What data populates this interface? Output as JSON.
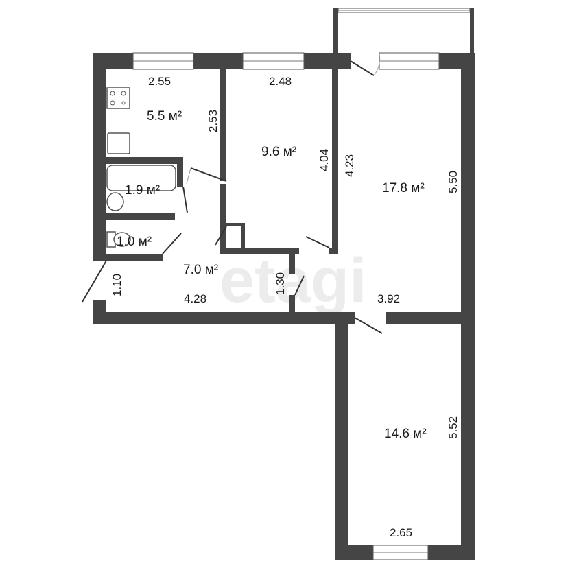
{
  "plan": {
    "watermark": "etagi",
    "unit": "м²",
    "rooms": [
      {
        "id": "kitchen",
        "area": "5.5 м²",
        "dims": [
          "2.55",
          "2.53"
        ]
      },
      {
        "id": "bedroom-small",
        "area": "9.6 м²",
        "dims": [
          "2.48",
          "4.04"
        ]
      },
      {
        "id": "living-room",
        "area": "17.8 м²",
        "dims": [
          "4.23",
          "5.50",
          "3.92"
        ]
      },
      {
        "id": "bathroom",
        "area": "1.9 м²",
        "dims": []
      },
      {
        "id": "toilet",
        "area": "1.0 м²",
        "dims": []
      },
      {
        "id": "hallway",
        "area": "7.0 м²",
        "dims": [
          "1.10",
          "4.28",
          "1.30"
        ]
      },
      {
        "id": "bedroom-large",
        "area": "14.6 м²",
        "dims": [
          "5.52",
          "2.65"
        ]
      },
      {
        "id": "balcony",
        "area": "",
        "dims": []
      }
    ],
    "colors": {
      "wall": "#454545",
      "background": "#ffffff",
      "watermark": "#ececec"
    }
  }
}
